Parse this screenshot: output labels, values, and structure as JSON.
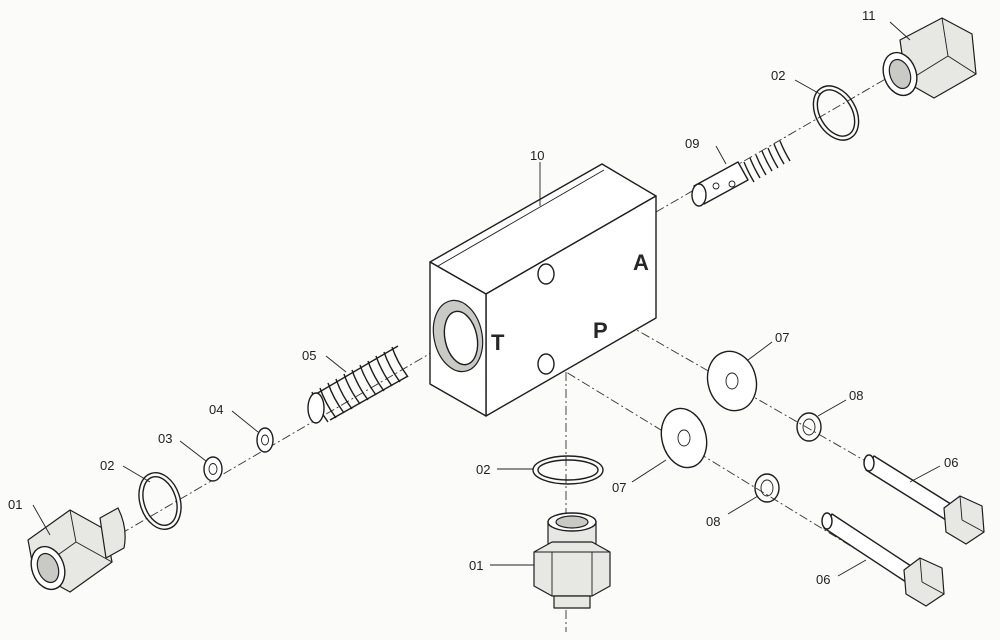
{
  "callouts": [
    {
      "id": "c01a",
      "label": "01"
    },
    {
      "id": "c01b",
      "label": "01"
    },
    {
      "id": "c02a",
      "label": "02"
    },
    {
      "id": "c02b",
      "label": "02"
    },
    {
      "id": "c02c",
      "label": "02"
    },
    {
      "id": "c03",
      "label": "03"
    },
    {
      "id": "c04",
      "label": "04"
    },
    {
      "id": "c05",
      "label": "05"
    },
    {
      "id": "c06a",
      "label": "06"
    },
    {
      "id": "c06b",
      "label": "06"
    },
    {
      "id": "c07a",
      "label": "07"
    },
    {
      "id": "c07b",
      "label": "07"
    },
    {
      "id": "c08a",
      "label": "08"
    },
    {
      "id": "c08b",
      "label": "08"
    },
    {
      "id": "c09",
      "label": "09"
    },
    {
      "id": "c10",
      "label": "10"
    },
    {
      "id": "c11",
      "label": "11"
    }
  ],
  "ports": {
    "t": "T",
    "p": "P",
    "a": "A"
  }
}
